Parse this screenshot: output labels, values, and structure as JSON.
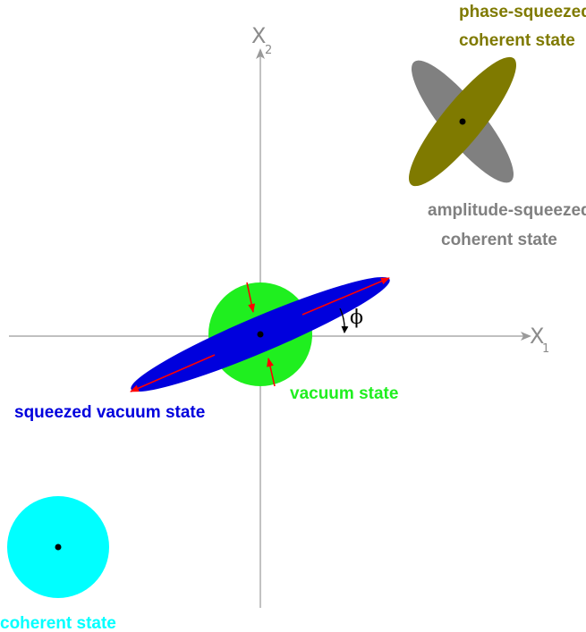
{
  "axes": {
    "x_label": "X",
    "x_sub": "1",
    "y_label": "X",
    "y_sub": "2"
  },
  "angle_label": "ϕ",
  "states": {
    "vacuum": {
      "label": "vacuum state",
      "color": "#1fef1f"
    },
    "squeezed_vacuum": {
      "label": "squeezed vacuum state",
      "color": "#0000dd"
    },
    "coherent": {
      "label": "coherent state",
      "color": "#00ffff"
    },
    "phase_squeezed": {
      "label_line1": "phase-squeezed",
      "label_line2": "coherent state",
      "color": "#7f7a00"
    },
    "amplitude_squeezed": {
      "label_line1": "amplitude-squeezed",
      "label_line2": "coherent state",
      "color": "#808080"
    }
  },
  "colors": {
    "axis": "#9a9a9a",
    "arrow": "#ff0000",
    "center_dot": "#000000"
  }
}
